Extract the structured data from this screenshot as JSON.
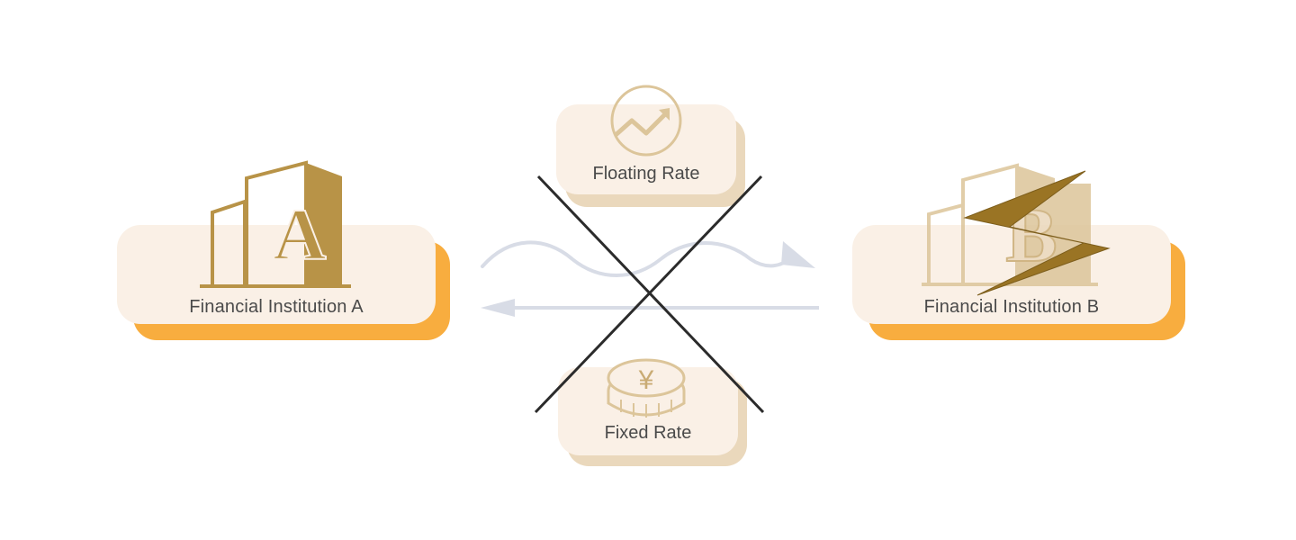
{
  "institutions": {
    "a": {
      "label": "Financial Institution A",
      "building_letter": "A"
    },
    "b": {
      "label": "Financial Institution B",
      "building_letter": "B"
    }
  },
  "rates": {
    "floating": {
      "label": "Floating Rate",
      "icon": "trend-up-icon"
    },
    "fixed": {
      "label": "Fixed Rate",
      "icon": "yen-coin-icon",
      "symbol": "¥"
    }
  },
  "colors": {
    "accent_orange": "#f8ad3f",
    "card_face": "#faf0e6",
    "rate_shadow": "#ead8bc",
    "gold": "#b89347",
    "gold_light": "#dcc59a",
    "arrow": "#d8dce6",
    "cross": "#2b2b2b"
  }
}
